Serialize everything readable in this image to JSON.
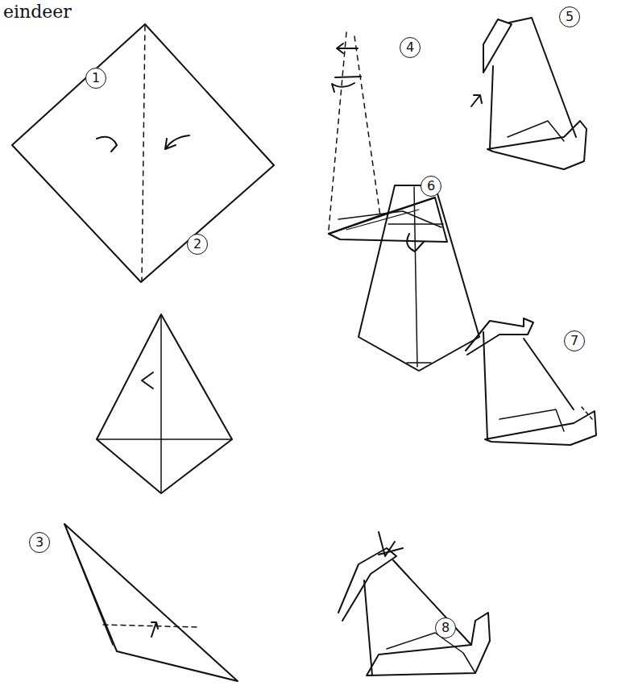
{
  "diagram": {
    "title": "eindeer",
    "labels": [
      "1",
      "2",
      "3",
      "4",
      "5",
      "6",
      "7",
      "8"
    ]
  }
}
